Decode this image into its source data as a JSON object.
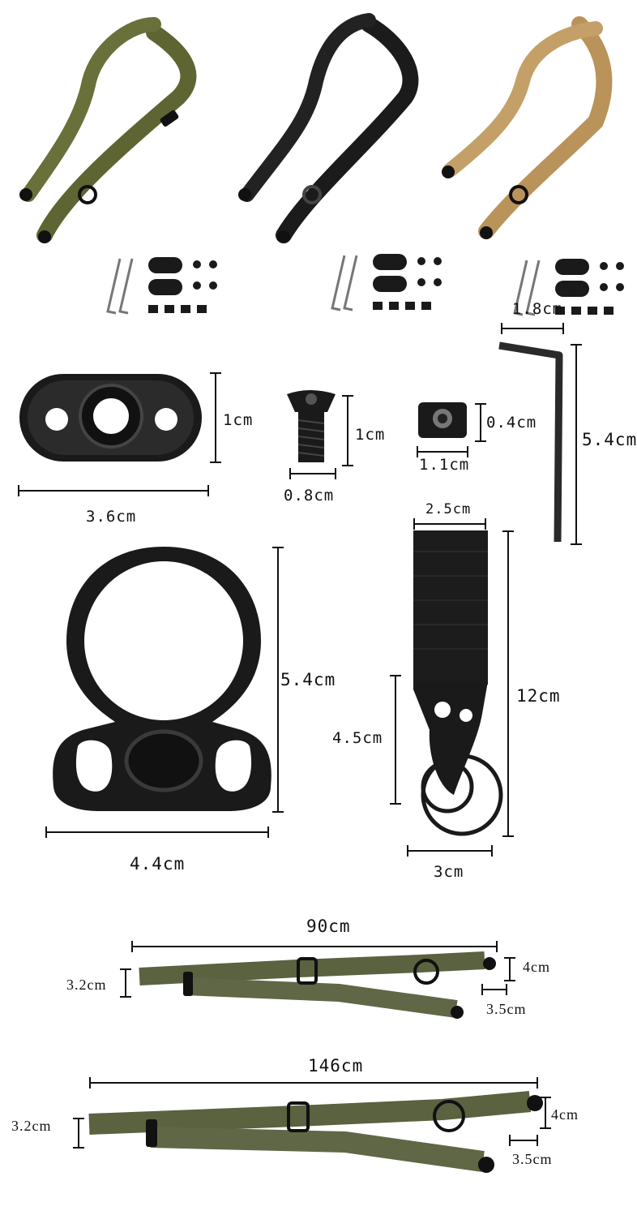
{
  "colors": {
    "olive": "#5f6532",
    "black": "#1b1b1b",
    "tan": "#b9935a",
    "green_strap": "#5a6240",
    "metal": "#1a1a1a"
  },
  "sling_variants": [
    "olive",
    "black",
    "tan"
  ],
  "dimensions": {
    "allen_wrench_width": "1.8cm",
    "allen_wrench_length": "5.4cm",
    "plate_height": "1cm",
    "plate_width": "3.6cm",
    "screw_height": "1cm",
    "screw_width": "0.8cm",
    "nut_height": "0.4cm",
    "nut_width": "1.1cm",
    "end_plate_height": "5.4cm",
    "end_plate_width": "4.4cm",
    "hook_top_width": "2.5cm",
    "hook_height": "12cm",
    "hook_clip_height": "4.5cm",
    "hook_bottom_width": "3cm",
    "short_sling_length": "90cm",
    "short_sling_width": "3.2cm",
    "short_sling_buckle": "4cm",
    "short_sling_swivel": "3.5cm",
    "long_sling_length": "146cm",
    "long_sling_width": "3.2cm",
    "long_sling_buckle": "4cm",
    "long_sling_swivel": "3.5cm"
  }
}
